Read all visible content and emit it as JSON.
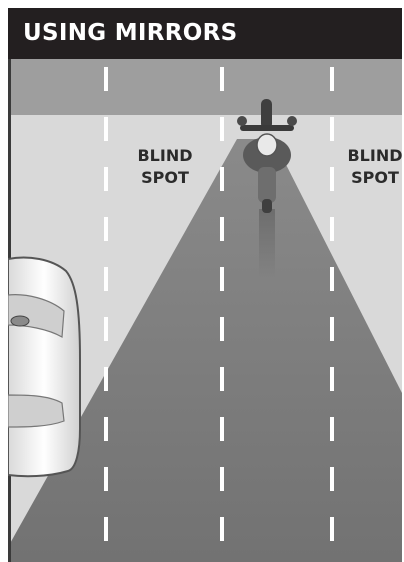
{
  "header": {
    "title": "USING MIRRORS"
  },
  "blind_spots": [
    {
      "line1": "BLIND",
      "line2": "SPOT"
    },
    {
      "line1": "BLIND",
      "line2": "SPOT"
    }
  ],
  "icons": [
    "motorcycle-icon",
    "car-icon"
  ],
  "colors": {
    "header_bg": "#231f20",
    "header_text": "#ffffff",
    "road": "#9e9e9e",
    "blind_zone": "#d9d9d9",
    "mirror_view": "#7a7a7a",
    "lane_marking": "#ffffff"
  }
}
